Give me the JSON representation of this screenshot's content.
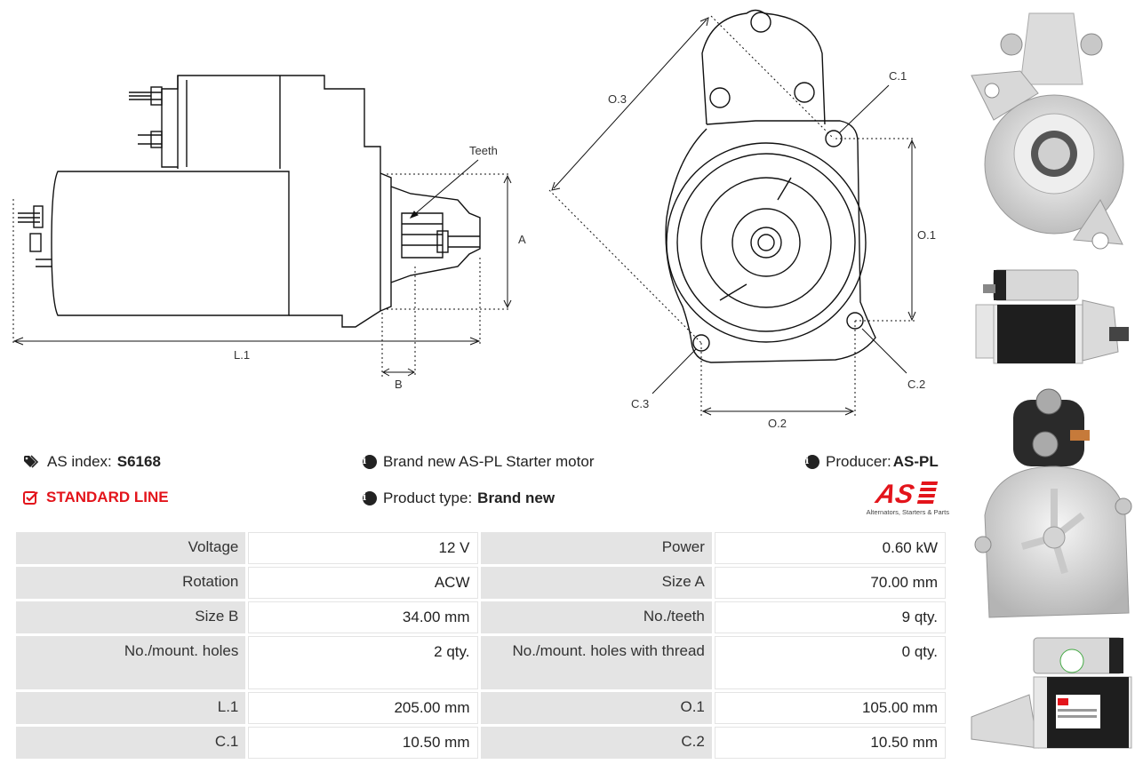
{
  "dimensions": {
    "teeth": "Teeth",
    "a": "A",
    "b": "B",
    "l1": "L.1",
    "o1": "O.1",
    "o2": "O.2",
    "o3": "O.3",
    "c1": "C.1",
    "c2": "C.2",
    "c3": "C.3"
  },
  "info": {
    "as_index_label": "AS index:",
    "as_index_value": "S6168",
    "description": "Brand new AS-PL Starter motor",
    "producer_label": "Producer:",
    "producer_value": "AS-PL",
    "standard_line": "STANDARD LINE",
    "product_type_label": "Product type:",
    "product_type_value": "Brand new"
  },
  "logo": {
    "text": "AS",
    "tagline": "Alternators, Starters & Parts",
    "color": "#e3141b"
  },
  "specs": [
    [
      "Voltage",
      "12 V",
      "Power",
      "0.60 kW"
    ],
    [
      "Rotation",
      "ACW",
      "Size A",
      "70.00 mm"
    ],
    [
      "Size B",
      "34.00 mm",
      "No./teeth",
      "9 qty."
    ],
    [
      "No./mount. holes",
      "2 qty.",
      "No./mount. holes with thread",
      "0 qty."
    ],
    [
      "L.1",
      "205.00 mm",
      "O.1",
      "105.00 mm"
    ],
    [
      "C.1",
      "10.50 mm",
      "C.2",
      "10.50 mm"
    ]
  ],
  "colors": {
    "accent": "#e3141b",
    "label_bg": "#e4e4e4"
  }
}
